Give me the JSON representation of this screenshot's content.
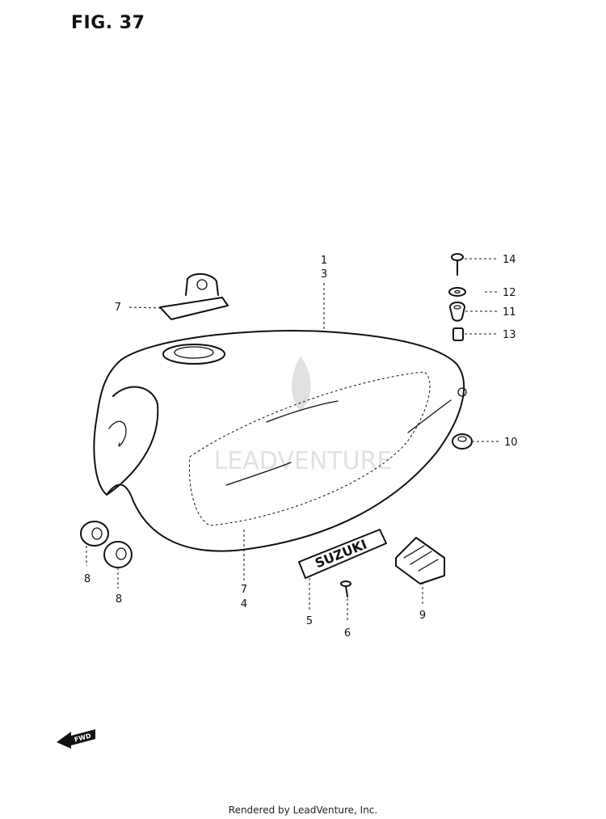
{
  "figure": {
    "title": "FIG. 37"
  },
  "callouts": [
    {
      "id": "c1",
      "text": "1"
    },
    {
      "id": "c3",
      "text": "3"
    },
    {
      "id": "c7a",
      "text": "7"
    },
    {
      "id": "c7b",
      "text": "7"
    },
    {
      "id": "c4",
      "text": "4"
    },
    {
      "id": "c8a",
      "text": "8"
    },
    {
      "id": "c8b",
      "text": "8"
    },
    {
      "id": "c5",
      "text": "5"
    },
    {
      "id": "c6",
      "text": "6"
    },
    {
      "id": "c9",
      "text": "9"
    },
    {
      "id": "c10",
      "text": "10"
    },
    {
      "id": "c11",
      "text": "11"
    },
    {
      "id": "c12",
      "text": "12"
    },
    {
      "id": "c13",
      "text": "13"
    },
    {
      "id": "c14",
      "text": "14"
    }
  ],
  "emblem_text": "SUZUKI",
  "fwd_arrow_text": "FWD",
  "watermark_text": "LEADVENTURE",
  "footer": {
    "text": "Rendered by LeadVenture, Inc."
  }
}
